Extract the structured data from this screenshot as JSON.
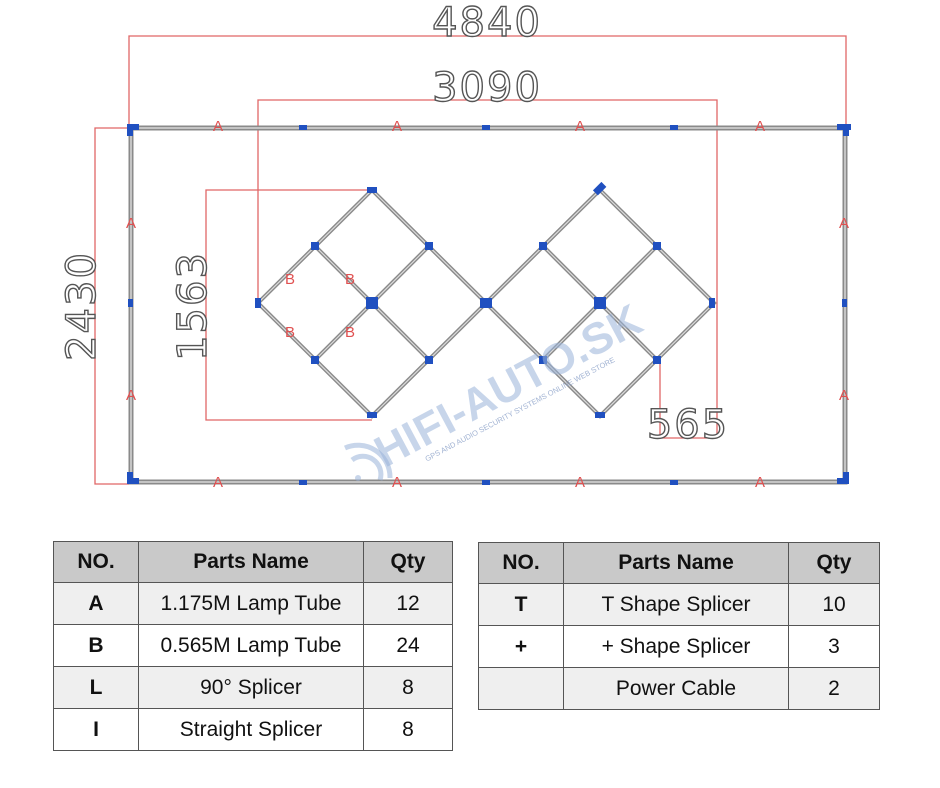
{
  "dimensions": {
    "overall_width": "4840",
    "inner_width": "3090",
    "overall_height": "2430",
    "diamond_height": "1563",
    "cell_size": "565"
  },
  "part_labels": {
    "a": "A",
    "b": "B"
  },
  "watermark": {
    "brand": "HIFI-AUTO.SK",
    "tagline": "GPS AND AUDIO SECURITY SYSTEMS ONLINE WEB STORE"
  },
  "colors": {
    "dimension_line": "#e06666",
    "tube": "#8a8a8a",
    "connector": "#2050c0",
    "part_label": "#e05050"
  },
  "table_left": {
    "headers": [
      "NO.",
      "Parts Name",
      "Qty"
    ],
    "rows": [
      [
        "A",
        "1.175M Lamp Tube",
        "12"
      ],
      [
        "B",
        "0.565M Lamp Tube",
        "24"
      ],
      [
        "L",
        "90° Splicer",
        "8"
      ],
      [
        "I",
        "Straight Splicer",
        "8"
      ]
    ]
  },
  "table_right": {
    "headers": [
      "NO.",
      "Parts Name",
      "Qty"
    ],
    "rows": [
      [
        "T",
        "T Shape Splicer",
        "10"
      ],
      [
        "+",
        "+ Shape Splicer",
        "3"
      ],
      [
        "",
        "Power Cable",
        "2"
      ]
    ]
  }
}
